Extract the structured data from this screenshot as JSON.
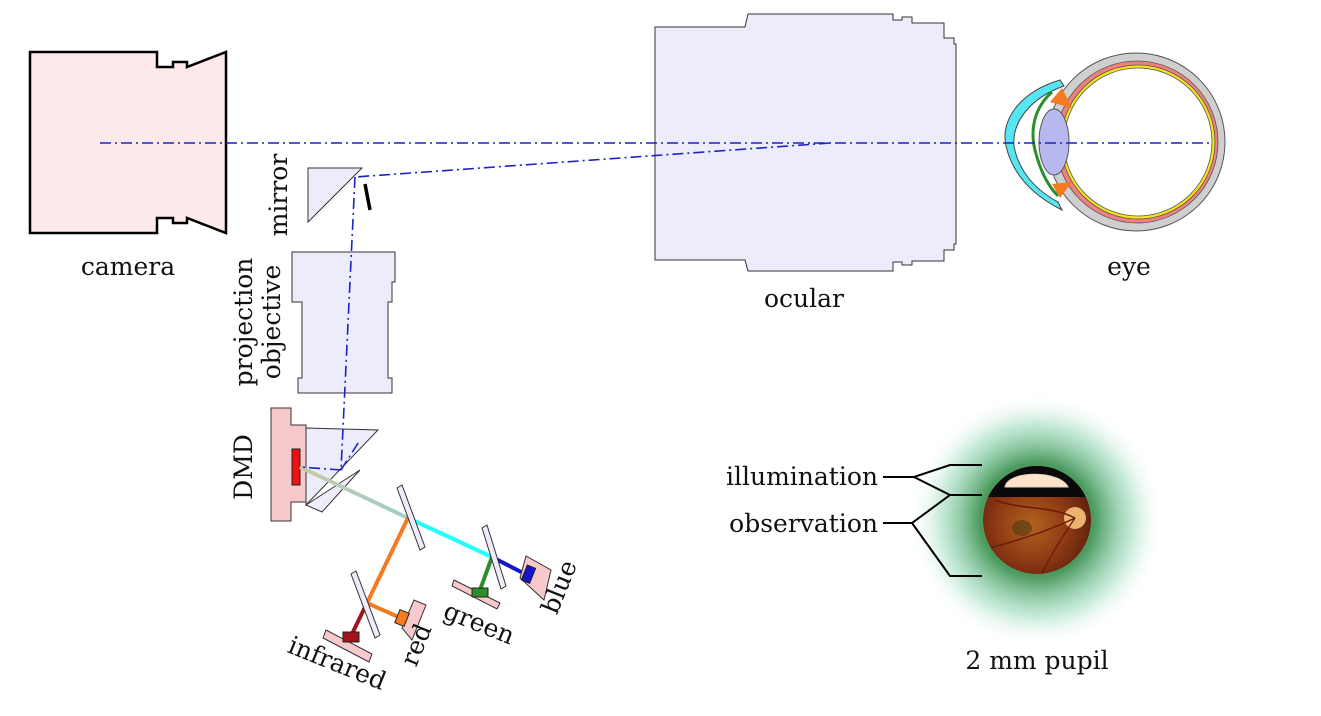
{
  "labels": {
    "camera": "camera",
    "mirror": "mirror",
    "projection_line1": "projection",
    "projection_line2": "objective",
    "dmd": "DMD",
    "ocular": "ocular",
    "eye": "eye",
    "infrared": "infrared",
    "red": "red",
    "green": "green",
    "blue": "blue",
    "illumination": "illumination",
    "observation": "observation",
    "pupil": "2 mm pupil"
  },
  "colors": {
    "optical_axis": "#1a22c8",
    "camera_fill": "#fde9ea",
    "lens_fill": "#ececfb",
    "dmd_fill": "#f7c9cc",
    "dmd_chip": "#ee1111",
    "infrared": "#a0141c",
    "red": "#f57a20",
    "green": "#2a8f2a",
    "blue": "#1414c8",
    "cyan": "#22ffff",
    "halo": "#2e8a4a"
  },
  "icons": [
    "camera-icon",
    "mirror-icon",
    "lens-icon",
    "eye-icon",
    "dmd-icon",
    "pupil-icon"
  ]
}
